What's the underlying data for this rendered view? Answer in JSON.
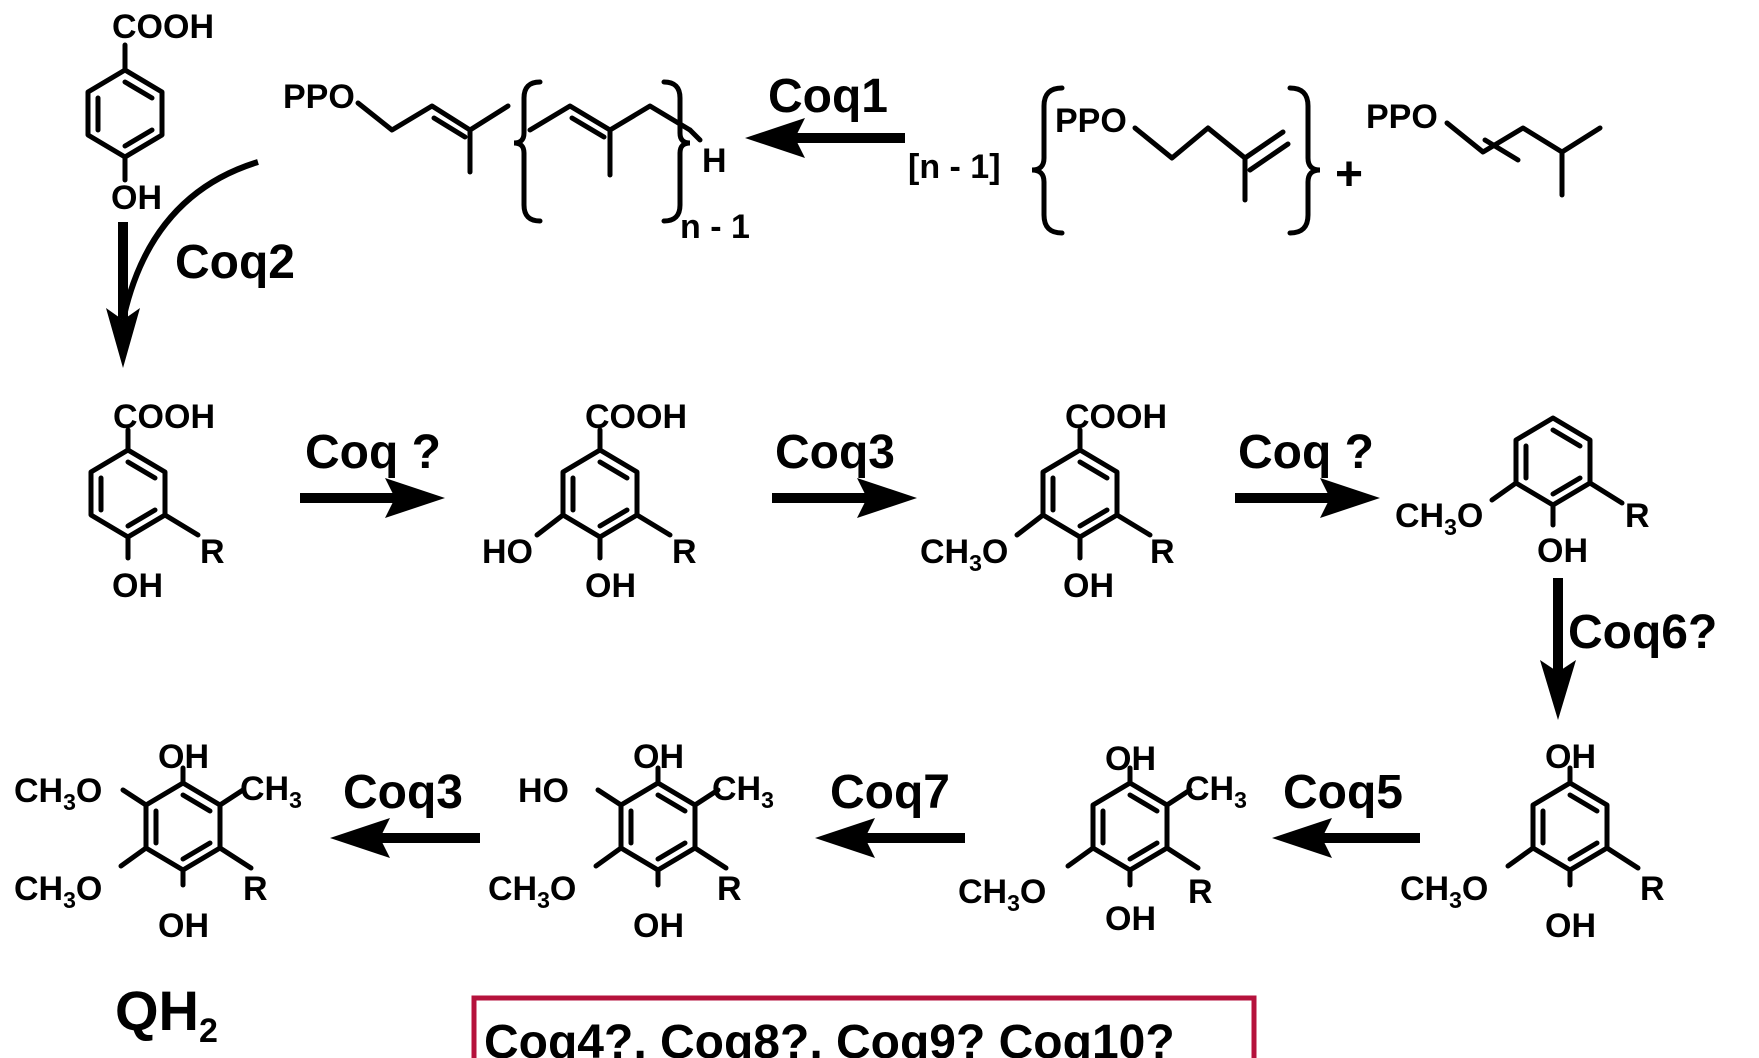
{
  "enzymes": {
    "coq1": "Coq1",
    "coq2": "Coq2",
    "coq_unknown_1": "Coq ?",
    "coq3_a": "Coq3",
    "coq_unknown_2": "Coq ?",
    "coq6": "Coq6?",
    "coq5": "Coq5",
    "coq7": "Coq7",
    "coq3_b": "Coq3"
  },
  "labels": {
    "cooh": "COOH",
    "oh": "OH",
    "ho": "HO",
    "r": "R",
    "ppo": "PPO",
    "h": "H",
    "ch": "CH",
    "three": "3",
    "o": "O",
    "plus": "+",
    "n_minus_1": "n - 1",
    "n_minus_1_bracket": "[n - 1]",
    "qh": "QH",
    "two": "2"
  },
  "footer_box": {
    "text": "Coq4?, Coq8?, Coq9? Coq10?",
    "border_color": "#b5123c"
  }
}
